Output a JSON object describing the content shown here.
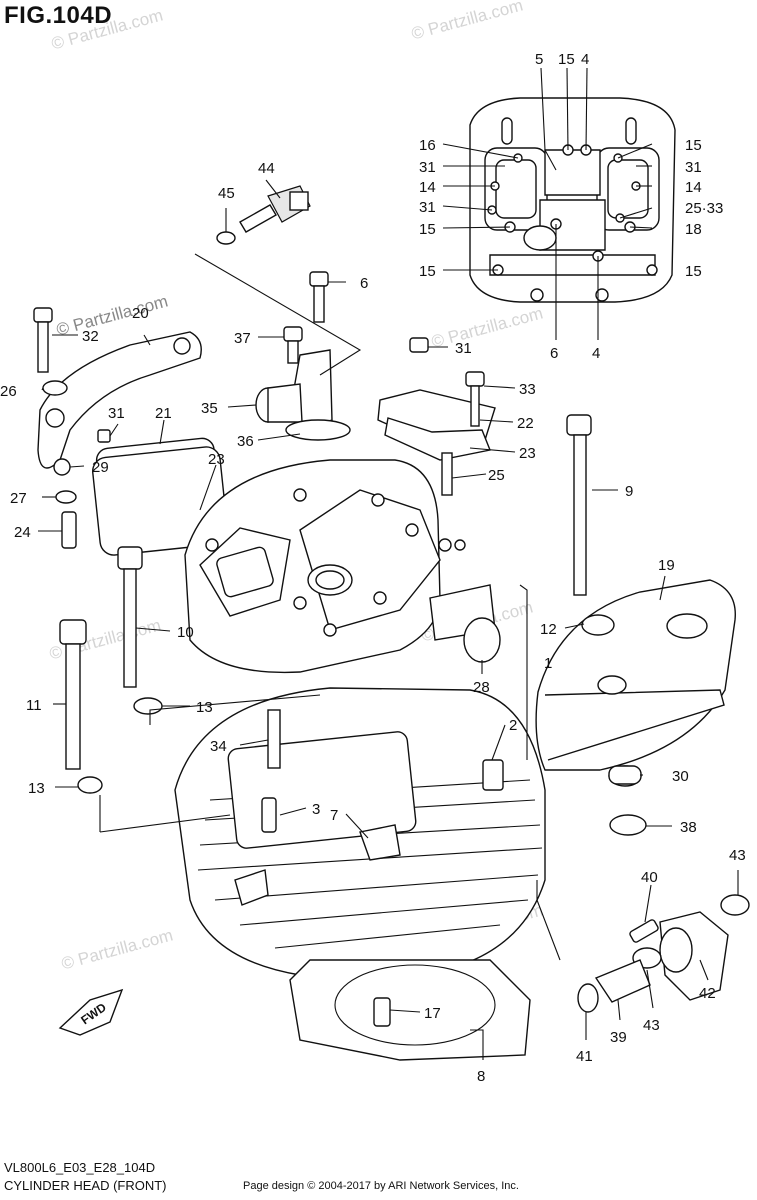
{
  "figure": {
    "title": "FIG.104D"
  },
  "watermarks": [
    "© Partzilla.com",
    "© Partzilla.com",
    "© Partzilla.com",
    "© Partzilla.com",
    "© Partzilla.com",
    "© Partzilla.com",
    "© Partzilla.com",
    "© Partzilla.com",
    "© Partzilla.com"
  ],
  "fwd_label": "FWD",
  "callouts": [
    "5",
    "15",
    "4",
    "16",
    "15",
    "31",
    "31",
    "14",
    "14",
    "31",
    "25·33",
    "15",
    "18",
    "15",
    "15",
    "6",
    "4",
    "44",
    "45",
    "6",
    "20",
    "32",
    "37",
    "31",
    "33",
    "26",
    "31",
    "21",
    "35",
    "36",
    "22",
    "23",
    "29",
    "23",
    "25",
    "27",
    "24",
    "9",
    "19",
    "10",
    "12",
    "28",
    "1",
    "11",
    "13",
    "2",
    "34",
    "3",
    "7",
    "30",
    "13",
    "38",
    "43",
    "40",
    "42",
    "43",
    "39",
    "41",
    "17",
    "8"
  ],
  "footer": {
    "code": "VL800L6_E03_E28_104D",
    "name": "CYLINDER HEAD (FRONT)",
    "credit": "Page design © 2004-2017 by ARI Network Services, Inc."
  }
}
